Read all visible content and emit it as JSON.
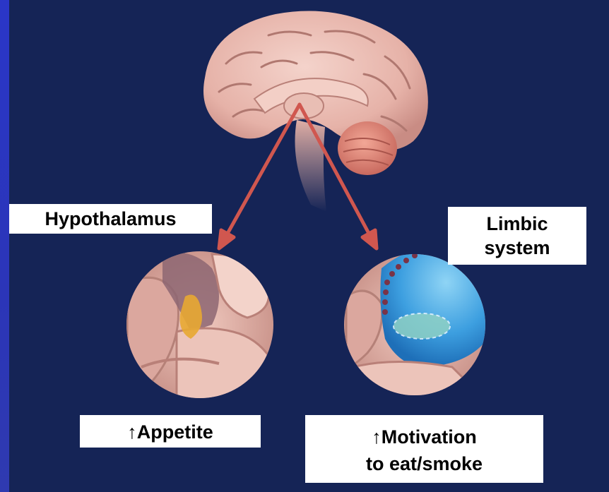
{
  "colors": {
    "background": "#152456",
    "left_strip": "#2b35b8",
    "arrow": "#d0574f",
    "brain": "#e8b7ad",
    "limbic_highlight": "#4aa8e0",
    "hypothalamus_highlight": "#e8a832"
  },
  "labels": {
    "hypothalamus": "Hypothalamus",
    "limbic_line1": "Limbic",
    "limbic_line2": "system",
    "appetite": "↑Appetite",
    "motivation_line1": "↑Motivation",
    "motivation_line2": "to eat/smoke"
  }
}
